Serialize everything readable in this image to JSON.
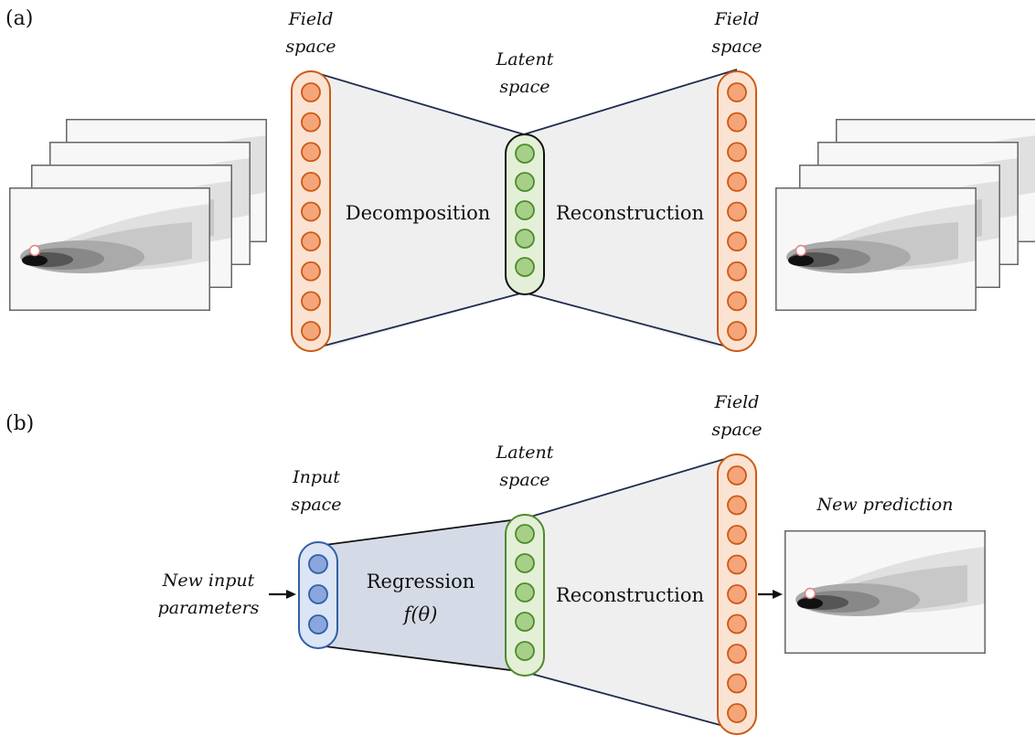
{
  "panel_a": {
    "tag": "(a)",
    "field_space_left": [
      "Field",
      "space"
    ],
    "latent_space": [
      "Latent",
      "space"
    ],
    "field_space_right": [
      "Field",
      "space"
    ],
    "decomposition": "Decomposition",
    "reconstruction": "Reconstruction",
    "field_nodes": 9,
    "latent_nodes": 5
  },
  "panel_b": {
    "tag": "(b)",
    "input_space": [
      "Input",
      "space"
    ],
    "latent_space": [
      "Latent",
      "space"
    ],
    "field_space": [
      "Field",
      "space"
    ],
    "new_input_parameters": [
      "New input",
      "parameters"
    ],
    "regression": "Regression",
    "regression_formula": "f(θ)",
    "reconstruction": "Reconstruction",
    "new_prediction": "New prediction",
    "input_nodes": 3,
    "latent_nodes": 5,
    "field_nodes": 9
  },
  "colors": {
    "field_stroke": "#cc5a14",
    "field_fill": "#fbe3d3",
    "field_node": "#f4a57a",
    "latent_stroke": "#4f8a2a",
    "latent_fill": "#e3f0d7",
    "latent_node": "#a6d08a",
    "input_stroke": "#2f5fa8",
    "input_fill": "#dbe5f5",
    "input_node": "#8aa6dc",
    "trapezoid_fill": "#efefef",
    "regression_fill": "#d5dbe6",
    "edge_line": "#1f2d4d"
  }
}
